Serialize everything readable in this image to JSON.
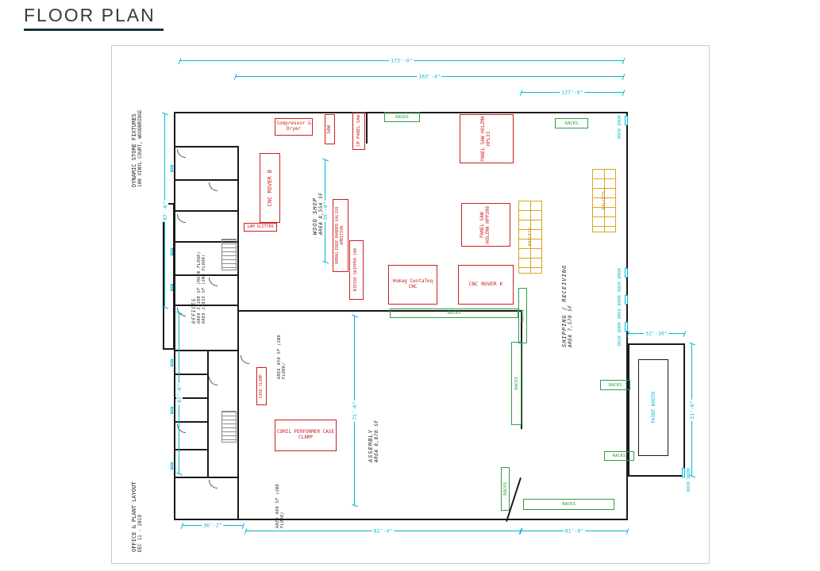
{
  "page": {
    "title": "FLOOR PLAN"
  },
  "titleblock": {
    "company": "DYNAMIC STORE FIXTURES",
    "address": "100 VINYL COURT, WOODBRIDGE",
    "drawing": "OFFICE & PLANT LAYOUT",
    "date": "DEC 11 - 2019"
  },
  "labels": {
    "racks": "RACKS",
    "pallets": "PALLETS",
    "dock_door": "DOCK DOOR",
    "paint_booth": "PAINT BOOTH"
  },
  "equipment": {
    "compressor": "Compressor & Dryer",
    "saw": "SAW",
    "cp_panel_saw": "CP PANEL SAW",
    "cnc_rover_b": "CNC ROVER B",
    "lam_slitter": "LAM SLITTER",
    "homag_edge_bander": "HOMAG EDGE BANDER KAL310 AMBITION",
    "biesse_skipper": "BIESSE SKIPPER 100",
    "panel_saw_hpl33": "PANEL SAW HOLZMA HPL33",
    "panel_saw_hpp300": "PANEL SAW HOLZMA HPP300",
    "homag_centateq": "Homag CentaTeq CNC",
    "cnc_rover_k": "CNC ROVER K",
    "case_clamp_performer": "COMIL PERFORMER CASE CLAMP",
    "case_clamp": "CASE CLAMP"
  },
  "areas": {
    "wood_shop": {
      "name": "WOOD SHOP",
      "area": "AREA 8,556 SF"
    },
    "shipping": {
      "name": "SHIPPING / RECEIVING",
      "area": "AREA 7,570 SF"
    },
    "assembly": {
      "name": "ASSEMBLY",
      "area": "AREA 8,870 SF"
    },
    "offices": {
      "name": "OFFICES",
      "area_main": "AREA 3,100 SF (MAIN FLOOR)",
      "area_2nd": "AREA 1,833 SF (2ND FLOOR)"
    },
    "mezzanine_450": "AREA 450 SF (2ND FLOOR)",
    "mezzanine_400": "AREA 400 SF (2ND FLOOR)"
  },
  "dimensions": {
    "overall_width": "172'-0\"",
    "shop_width": "163'-4\"",
    "right_width": "127'-6\"",
    "left_height_upper": "87'-6\"",
    "left_height_lower": "67'-0\"",
    "wood_shop_depth": "35'-0\"",
    "assembly_depth": "75'-0\"",
    "bottom_left": "36'-2\"",
    "bottom_mid": "82'-4\"",
    "bottom_right": "61'-0\"",
    "annex_width": "52'-10\"",
    "annex_height": "51'-0\""
  },
  "colors": {
    "dimension_cyan": "#00b9d1",
    "equipment_red": "#cc1f1f",
    "rack_green": "#2f9e44",
    "pallet_yellow": "#d9a520",
    "wall_black": "#1a1a1a",
    "title_underline": "#15323e"
  }
}
